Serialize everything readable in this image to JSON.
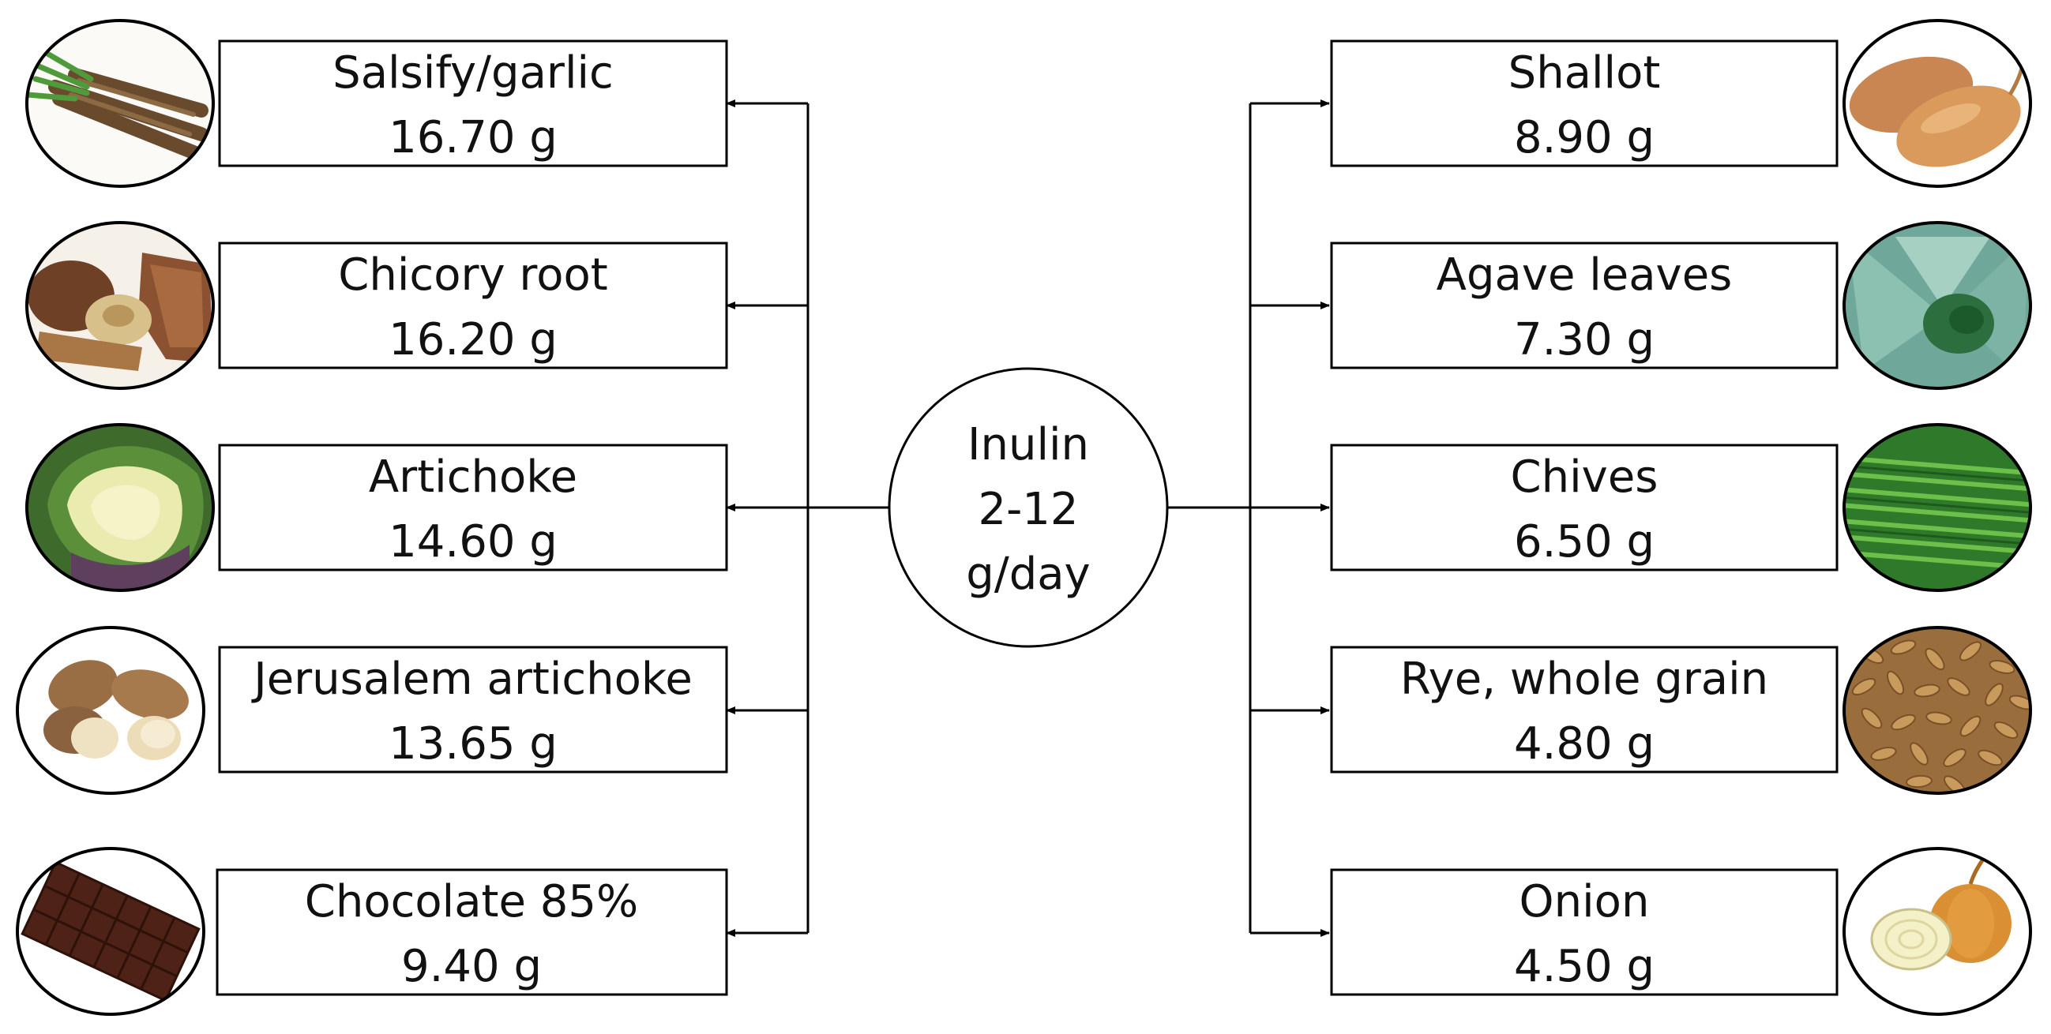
{
  "hub": {
    "lines": [
      "Inulin",
      "2-12",
      "g/day"
    ]
  },
  "sources_left": [
    {
      "name": "Salsify/garlic",
      "amount": "16.70 g",
      "image_icon": "salsify-roots-icon"
    },
    {
      "name": "Chicory root",
      "amount": "16.20 g",
      "image_icon": "chicory-root-icon"
    },
    {
      "name": "Artichoke",
      "amount": "14.60 g",
      "image_icon": "artichoke-icon"
    },
    {
      "name": "Jerusalem artichoke",
      "amount": "13.65 g",
      "image_icon": "jerusalem-artichoke-icon"
    },
    {
      "name": "Chocolate 85%",
      "amount": "9.40 g",
      "image_icon": "chocolate-bar-icon"
    }
  ],
  "sources_right": [
    {
      "name": "Shallot",
      "amount": "8.90 g",
      "image_icon": "shallot-icon"
    },
    {
      "name": "Agave leaves",
      "amount": "7.30 g",
      "image_icon": "agave-icon"
    },
    {
      "name": "Chives",
      "amount": "6.50 g",
      "image_icon": "chives-icon"
    },
    {
      "name": "Rye, whole grain",
      "amount": "4.80 g",
      "image_icon": "rye-grain-icon"
    },
    {
      "name": "Onion",
      "amount": "4.50 g",
      "image_icon": "onion-icon"
    }
  ],
  "colors": {
    "line": "#000000",
    "box_border": "#000000",
    "background": "#ffffff"
  }
}
